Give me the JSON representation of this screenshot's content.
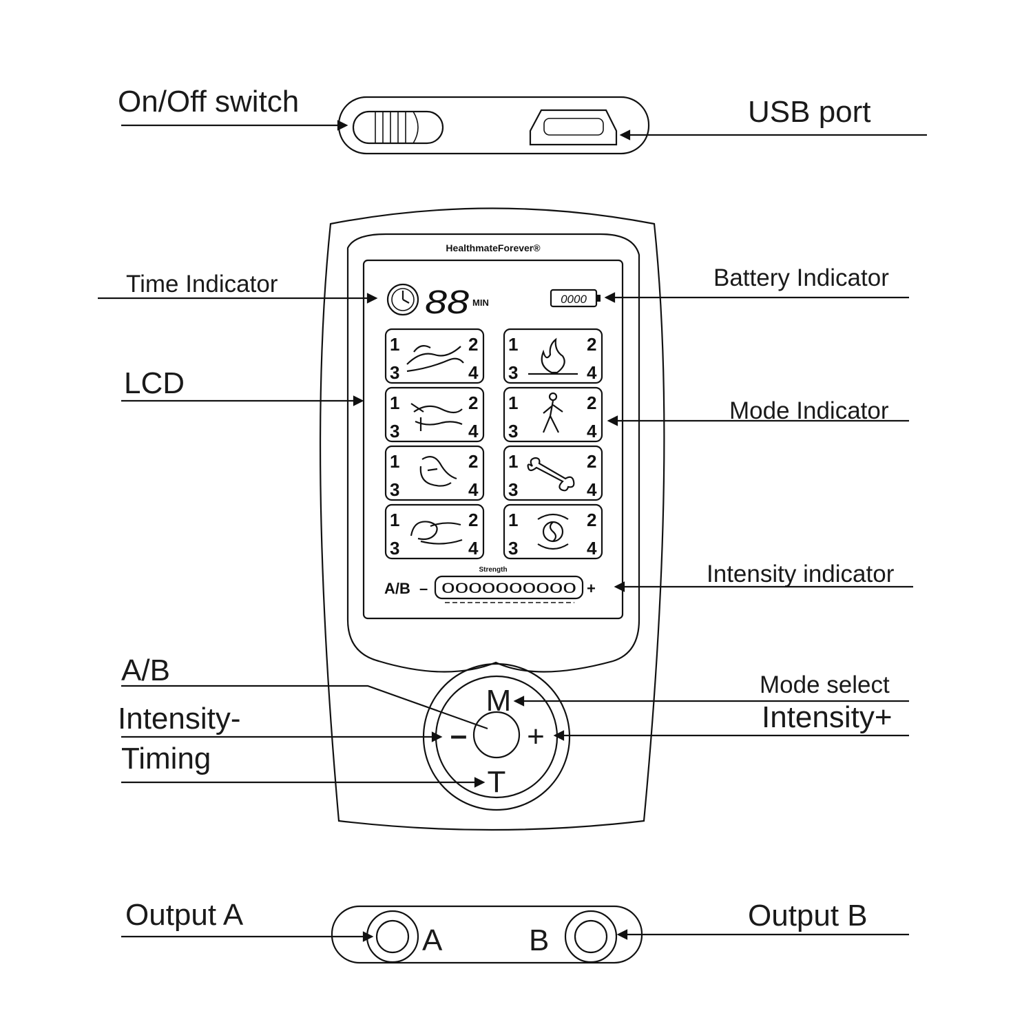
{
  "labels": {
    "on_off_switch": "On/Off  switch",
    "usb_port": "USB  port",
    "time_indicator": "Time Indicator",
    "battery_indicator": "Battery Indicator",
    "lcd": "LCD",
    "mode_indicator": "Mode Indicator",
    "intensity_indicator": "Intensity indicator",
    "ab": "A/B",
    "mode_select": "Mode select",
    "intensity_minus": "Intensity-",
    "intensity_plus": "Intensity+",
    "timing": "Timing",
    "output_a": "Output  A",
    "output_b": "Output B"
  },
  "device": {
    "brand": "HealthmateForever®",
    "time_digits": "88",
    "time_unit": "MIN",
    "battery_digits": "0000",
    "strength_label": "Strength",
    "ab_label": "A/B",
    "minus_sign": "–",
    "plus_sign": "+",
    "intensity_digits": "0000000000",
    "port_a": "A",
    "port_b": "B",
    "button_mode": "M",
    "button_minus": "–",
    "button_plus": "+",
    "button_timing": "T",
    "mode_corner_numbers": [
      "1",
      "2",
      "3",
      "4"
    ]
  },
  "mode_icons": [
    "massage-hand-icon",
    "moxibustion-flame-icon",
    "acupuncture-hand-icon",
    "walking-person-icon",
    "kneading-fist-icon",
    "bone-icon",
    "pressing-hand-icon",
    "yin-yang-icon"
  ]
}
